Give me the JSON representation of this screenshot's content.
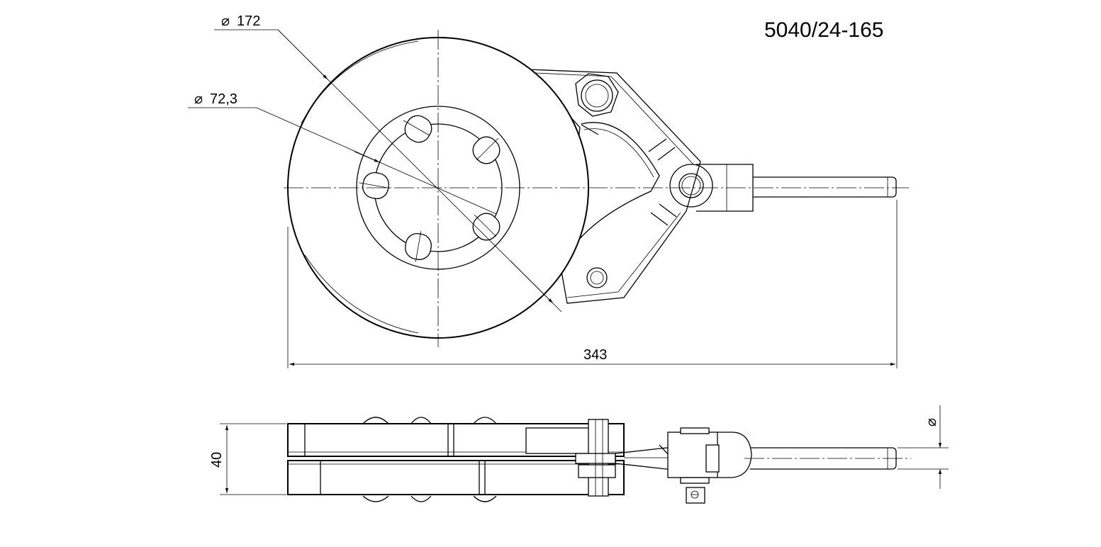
{
  "drawing": {
    "part_number": "5040/24-165",
    "dimensions": {
      "outer_diameter": "172",
      "inner_diameter": "72,3",
      "overall_length": "343",
      "thickness": "40",
      "rod_diameter_symbol": "⌀"
    },
    "diameter_symbol": "⌀"
  }
}
